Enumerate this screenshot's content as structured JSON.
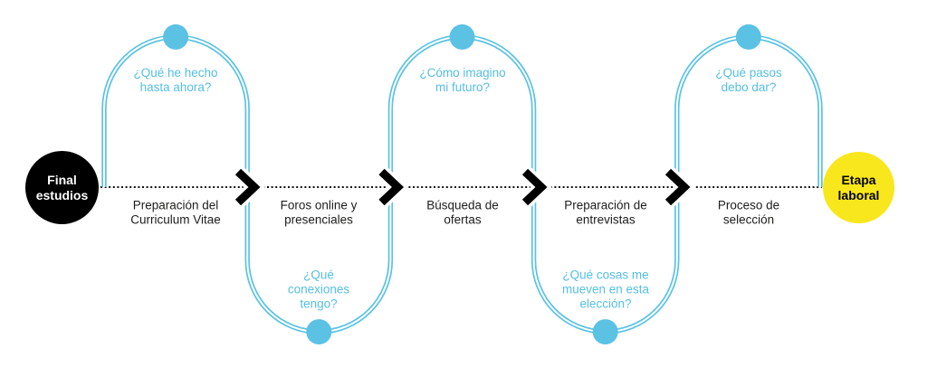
{
  "diagram": {
    "type": "career-journey-timeline",
    "colors": {
      "loop_blue": "#5bc2e4",
      "question_blue": "#56bfe3",
      "milestone_start_black": "#000000",
      "milestone_end_yellow": "#f8e71c",
      "label_dark": "#1d1d1b",
      "dotted_line_black": "#111111",
      "white": "#ffffff"
    },
    "milestones": {
      "start": {
        "label": "Final\nestudios"
      },
      "end": {
        "label": "Etapa\nlaboral"
      }
    },
    "stages": [
      {
        "label": "Preparación del\nCurriculum Vitae",
        "question": "¿Qué he hecho\nhasta ahora?",
        "question_position": "top"
      },
      {
        "label": "Foros online y\npresenciales",
        "question": "¿Qué\nconexiones\ntengo?",
        "question_position": "bottom"
      },
      {
        "label": "Búsqueda de\nofertas",
        "question": "¿Cómo imagino\nmi futuro?",
        "question_position": "top"
      },
      {
        "label": "Preparación de\nentrevistas",
        "question": "¿Qué cosas me\nmueven en esta\nelección?",
        "question_position": "bottom"
      },
      {
        "label": "Proceso de\nselección",
        "question": "¿Qué pasos\ndebo dar?",
        "question_position": "top"
      }
    ]
  }
}
